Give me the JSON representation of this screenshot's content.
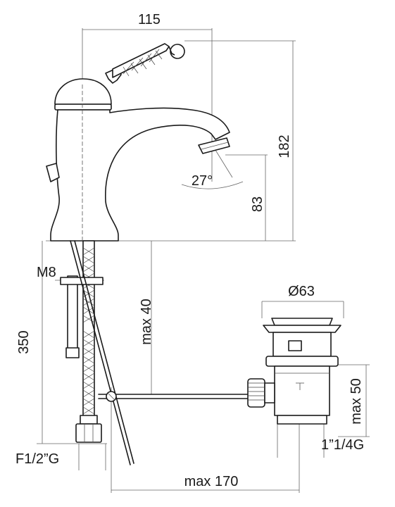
{
  "dimensions": {
    "width_115": "115",
    "height_182": "182",
    "angle_27": "27°",
    "height_83": "83",
    "thread_m8": "M8",
    "max_40": "max 40",
    "length_350": "350",
    "diameter_63": "Ø63",
    "max_50": "max 50",
    "thread_f12g": "F1/2”G",
    "thread_1_1_4g": "1”1/4G",
    "max_170": "max 170"
  }
}
